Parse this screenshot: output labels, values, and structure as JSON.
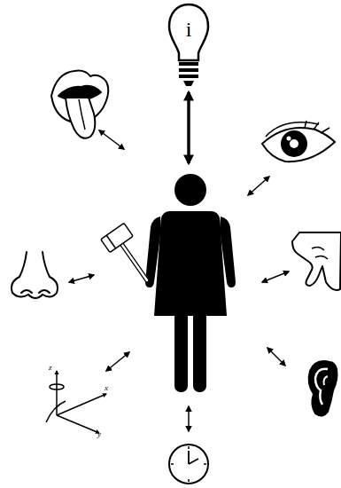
{
  "diagram": {
    "nodes": [
      {
        "text": [
          "i"
        ]
      }
    ],
    "labels": [
      "z",
      "x",
      "y"
    ]
  }
}
